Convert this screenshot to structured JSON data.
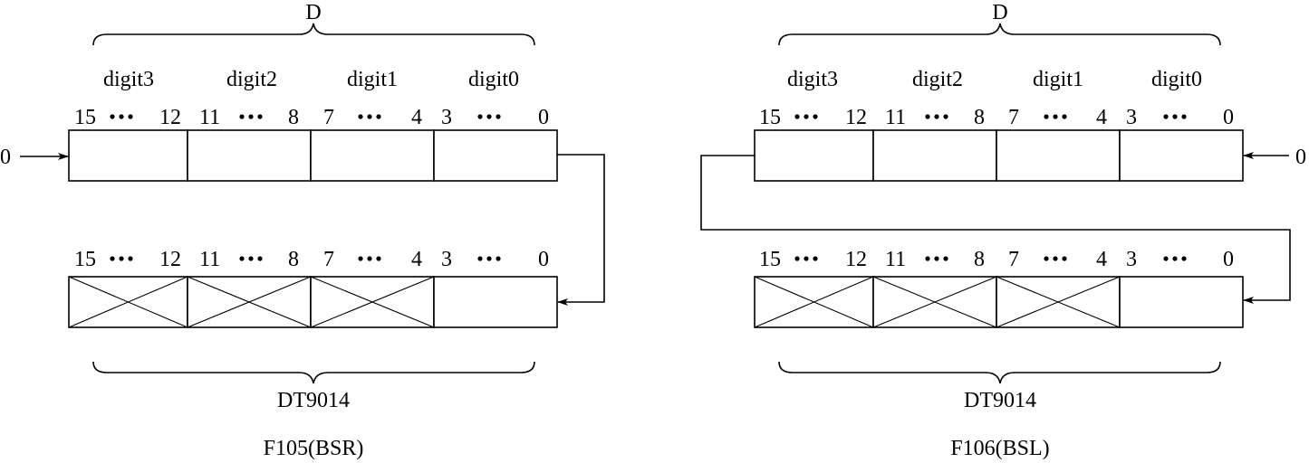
{
  "diagrams": [
    {
      "id": "bsr",
      "top_brace_label": "D",
      "digit_labels": [
        "digit3",
        "digit2",
        "digit1",
        "digit0"
      ],
      "bit_ranges": [
        {
          "high": "15",
          "low": "12"
        },
        {
          "high": "11",
          "low": "8"
        },
        {
          "high": "7",
          "low": "4"
        },
        {
          "high": "3",
          "low": "0"
        }
      ],
      "input_value": "0",
      "bottom_brace_label": "DT9014",
      "caption": "F105(BSR)",
      "crossed_cells": [
        true,
        true,
        true,
        false
      ]
    },
    {
      "id": "bsl",
      "top_brace_label": "D",
      "digit_labels": [
        "digit3",
        "digit2",
        "digit1",
        "digit0"
      ],
      "bit_ranges": [
        {
          "high": "15",
          "low": "12"
        },
        {
          "high": "11",
          "low": "8"
        },
        {
          "high": "7",
          "low": "4"
        },
        {
          "high": "3",
          "low": "0"
        }
      ],
      "input_value": "0",
      "bottom_brace_label": "DT9014",
      "caption": "F106(BSL)",
      "crossed_cells": [
        true,
        true,
        true,
        false
      ]
    }
  ]
}
